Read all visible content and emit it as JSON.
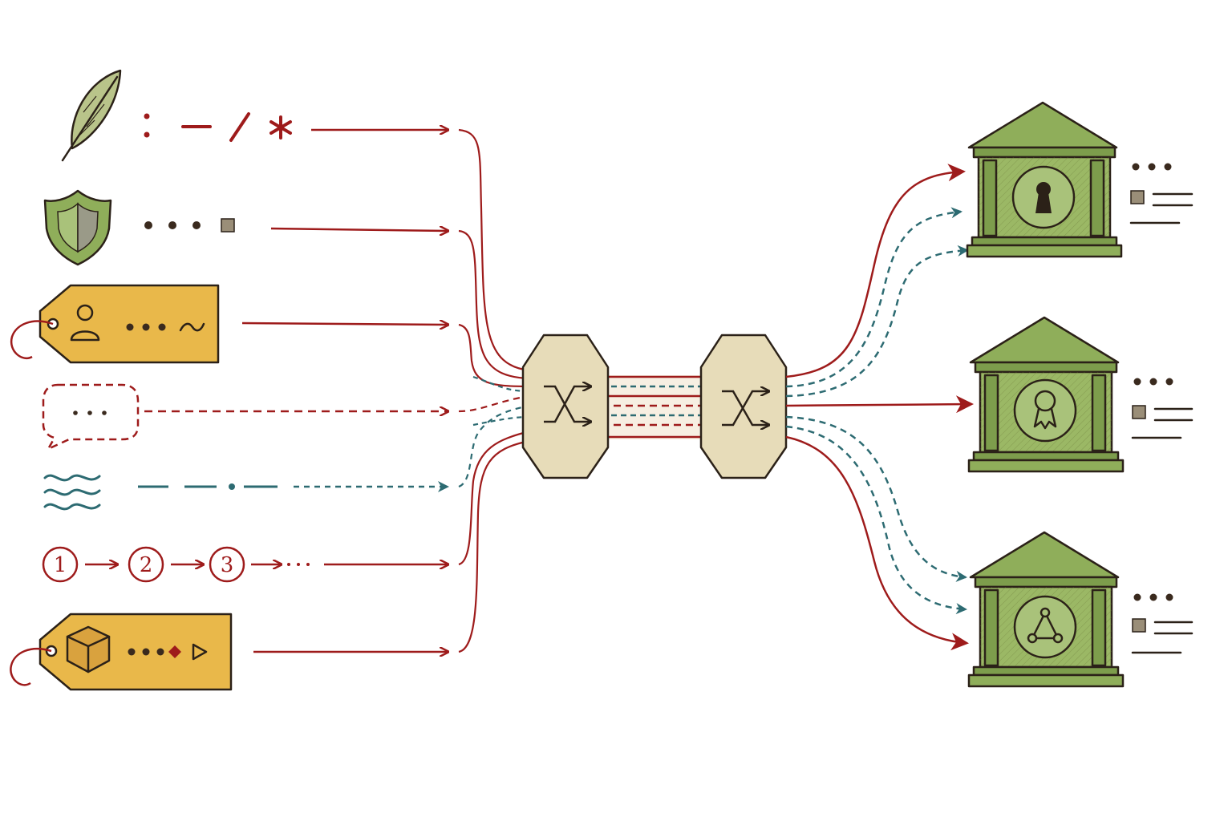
{
  "sequence_labels": [
    "1",
    "2",
    "3"
  ],
  "colors": {
    "red": "#9e1b1b",
    "teal": "#2d6b72",
    "tag_yellow": "#e9b84a",
    "building_green": "#8fae5a",
    "switch_beige": "#e7dcb9",
    "ink": "#2b2118"
  },
  "icons": {
    "sources": [
      "feather-icon",
      "shield-icon",
      "user-tag-icon",
      "speech-bubble-icon",
      "wave-icon",
      "numbered-sequence-icon",
      "cube-tag-icon"
    ],
    "switches": [
      "shuffle-icon",
      "shuffle-icon"
    ],
    "destinations": [
      "keyhole-bank-icon",
      "award-bank-icon",
      "network-bank-icon"
    ]
  }
}
